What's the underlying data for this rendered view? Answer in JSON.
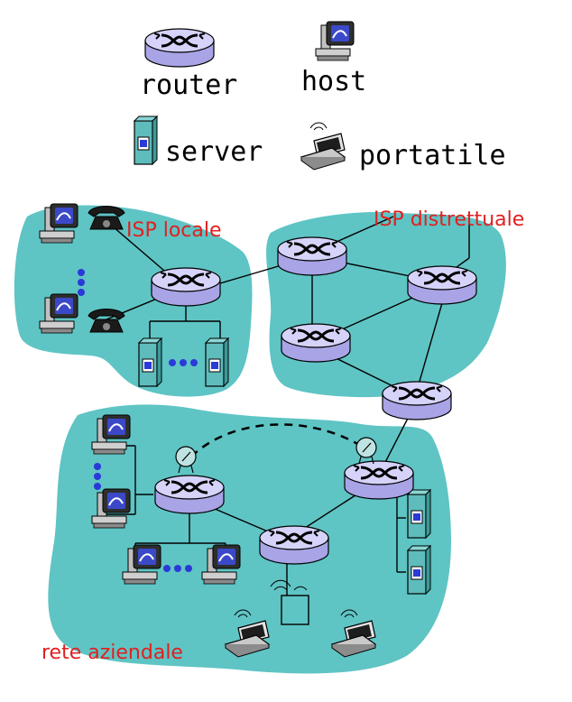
{
  "legend": {
    "router": "router",
    "host": "host",
    "server": "server",
    "laptop": "portatile"
  },
  "networks": {
    "local_isp": "ISP locale",
    "regional_isp": "ISP distrettuale",
    "company": "rete aziendale"
  },
  "colors": {
    "cloud": "#5fc4c4",
    "cloud_edge": "#3aa6a6",
    "router_body": "#b9b6ee",
    "router_top": "#d8d6fa",
    "label_red": "#e02020",
    "link": "#000000",
    "dot_blue": "#2a3ad8"
  }
}
